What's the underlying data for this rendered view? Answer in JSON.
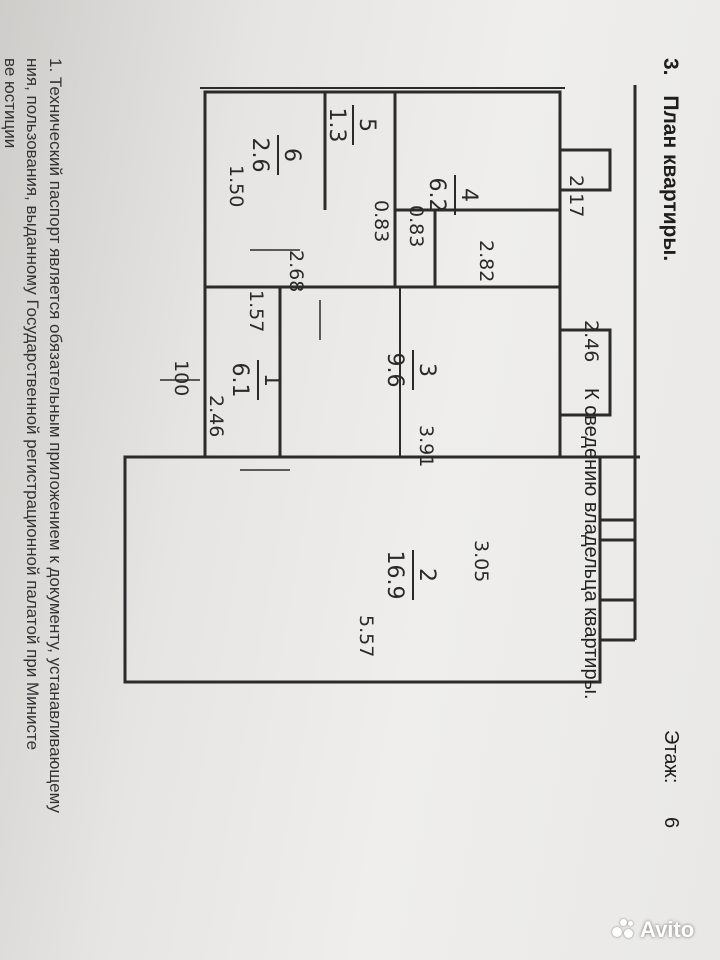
{
  "header": {
    "section_number": "3.",
    "section_title": "План квартиры.",
    "floor_label": "Этаж:",
    "floor_value": "6"
  },
  "notice": "К сведению владельца квартиры.",
  "paragraphs": [
    "1. Технический паспорт является обязательным приложением к документу, устанавливающему",
    "ния, пользования, выданному Государственной регистрационной палатой при Министе",
    "ве юстиции"
  ],
  "plan": {
    "rooms": [
      {
        "number": "4",
        "area": "6.2"
      },
      {
        "number": "5",
        "area": "1.3"
      },
      {
        "number": "6",
        "area": "2.6"
      },
      {
        "number": "1",
        "area": "6.1"
      },
      {
        "number": "3",
        "area": "9.6"
      },
      {
        "number": "2",
        "area": "16.9"
      }
    ],
    "dimensions": [
      "2.17",
      "2.82",
      "0.83",
      "0.83",
      "2.68",
      "1.57",
      "1.50",
      "2.46",
      "2.46",
      "3.91",
      "3.05",
      "5.57",
      "100"
    ]
  },
  "watermark": "Avito"
}
